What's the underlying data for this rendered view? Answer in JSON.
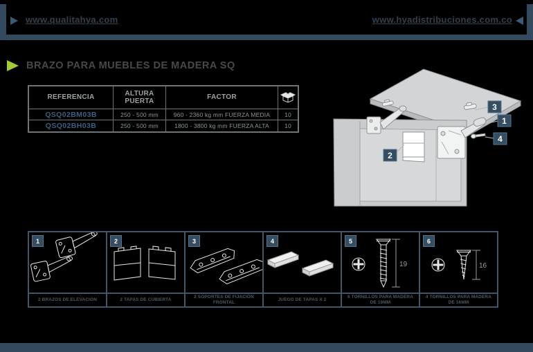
{
  "header": {
    "left_url": "www.qualitahya.com",
    "right_url": "www.hyadistribuciones.com.co"
  },
  "page": {
    "title": "BRAZO PARA MUEBLES DE MADERA SQ"
  },
  "table": {
    "col_referencia": "REFERENCIA",
    "col_altura": "ALTURA PUERTA",
    "col_factor": "FACTOR",
    "box_icon": "box-quantity-icon",
    "rows": [
      {
        "referencia": "QSQ02BM03B",
        "altura": "250 - 500 mm",
        "factor": "960 - 2360 kg mm FUERZA MEDIA",
        "cantidad": "10"
      },
      {
        "referencia": "QSQ02BH03B",
        "altura": "250 - 500 mm",
        "factor": "1800 - 3800 kg mm FUERZA ALTA",
        "cantidad": "10"
      }
    ]
  },
  "diagram": {
    "tag1": "1",
    "tag2": "2",
    "tag3": "3",
    "tag4": "4"
  },
  "parts": [
    {
      "num": "1",
      "caption": "2 BRAZOS DE ELEVACIÓN"
    },
    {
      "num": "2",
      "caption": "2 TAPAS DE CUBIERTA"
    },
    {
      "num": "3",
      "caption": "2 SOPORTES DE FIJACIÓN FRONTAL"
    },
    {
      "num": "4",
      "caption": "JUEGO DE TAPAS X 2"
    },
    {
      "num": "5",
      "caption": "6 TORNILLOS PARA MADERA DE 19MM",
      "dim": "19"
    },
    {
      "num": "6",
      "caption": "4 TORNILLOS PARA MADERA DE 16MM",
      "dim": "16"
    }
  ],
  "colors": {
    "accent_navy": "#33495e",
    "accent_green": "#a6c939",
    "reference_blue": "#3d5f82",
    "cabinet_gray": "#caccce"
  }
}
